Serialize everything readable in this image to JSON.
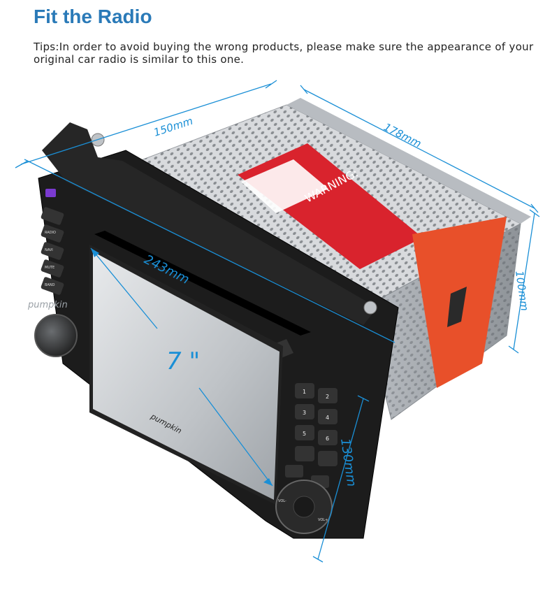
{
  "header": {
    "title": "Fit the Radio",
    "tips": "Tips:In order to avoid buying the wrong products, please make sure the appearance of your original car radio is similar to this one."
  },
  "dimensions": {
    "width_top": "150mm",
    "depth": "178mm",
    "height_back": "100mm",
    "front_width": "243mm",
    "front_height": "130mm",
    "screen_size": "7 \""
  },
  "device": {
    "brand_text": "pumpkin",
    "warning_label": "WARNING:",
    "keypad": [
      "1",
      "2",
      "3",
      "4",
      "5",
      "6"
    ],
    "left_buttons": [
      "RADIO",
      "NAVI",
      "MUTE",
      "BAND"
    ],
    "knob_labels": [
      "VOL-",
      "VOL+"
    ]
  },
  "colors": {
    "title": "#2a7ab8",
    "dimension_lines": "#1a8fd6",
    "warning_red": "#d9232d",
    "chassis": "#c9ccd0",
    "faceplate": "#1c1c1c"
  }
}
